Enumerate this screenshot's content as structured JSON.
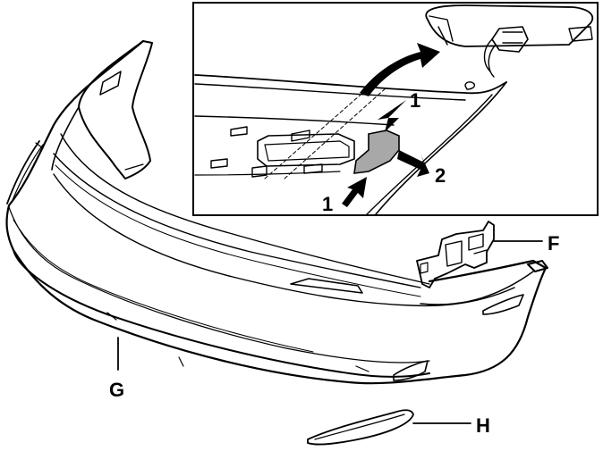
{
  "labels": {
    "F": "F",
    "G": "G",
    "H": "H",
    "detail_1_top": "1",
    "detail_1_bottom": "1",
    "detail_2": "2"
  },
  "colors": {
    "line": "#000000",
    "background": "#ffffff",
    "highlight": "#a8a8a8"
  }
}
